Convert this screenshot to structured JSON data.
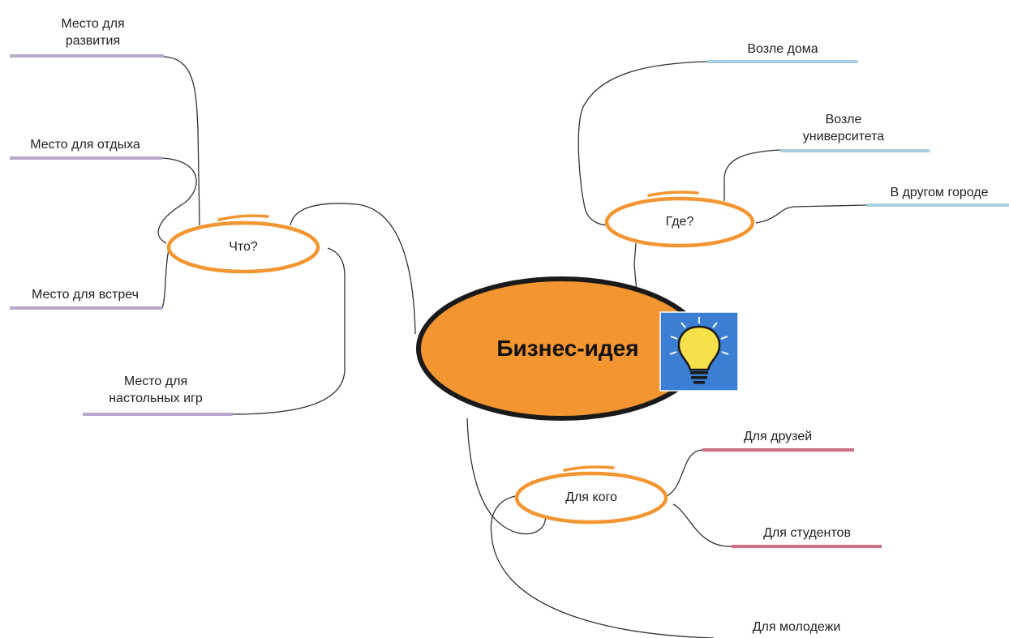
{
  "central": {
    "label": "Бизнес-идея",
    "icon": "lightbulb-icon",
    "fill": "#f39530",
    "icon_bg": "#3b7fd4"
  },
  "topics": {
    "what": {
      "label": "Что?",
      "children": [
        "Место для развития",
        "Место для отдыха",
        "Место для встреч",
        "Место для настольных игр"
      ]
    },
    "where": {
      "label": "Где?",
      "children": [
        "Возле дома",
        "Возле университета",
        "В другом городе"
      ]
    },
    "for_whom": {
      "label": "Для кого",
      "children": [
        "Для друзей",
        "Для студентов",
        "Для молодежи"
      ]
    }
  },
  "colors": {
    "topic_ring": "#f39530",
    "what_branch": "#b8a8cc",
    "where_branch": "#a9cedd",
    "for_whom_branch": "#cf6e82",
    "connector": "#333333"
  }
}
